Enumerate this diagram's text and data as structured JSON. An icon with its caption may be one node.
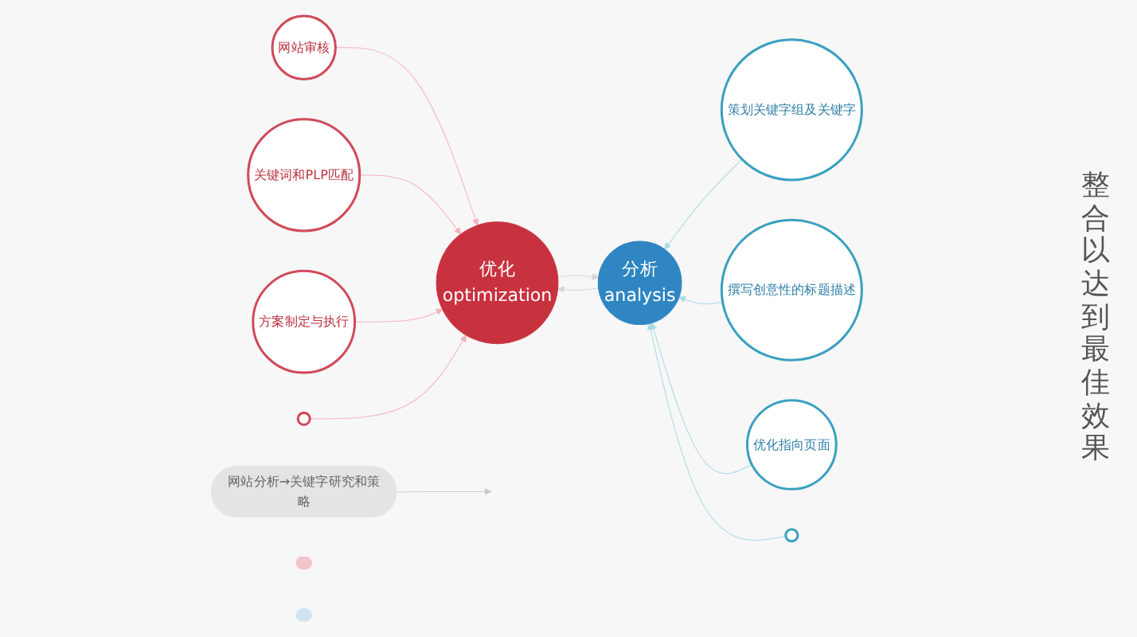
{
  "diagram": {
    "nodes": [
      {
        "text": [
          "网站分析→关键字研究和策略"
        ]
      },
      {
        "text": [
          "网站审核"
        ]
      },
      {
        "text": [
          "关键词和PLP匹配"
        ]
      },
      {
        "text": [
          "方案制定与执行"
        ]
      },
      {
        "text": [],
        "shape": "circle"
      },
      {
        "text": [
          "优化",
          "optimization"
        ]
      },
      {
        "text": [
          "分析",
          "analysis"
        ]
      },
      {
        "text": [
          "策划关键字组及关键字"
        ]
      },
      {
        "text": [
          "撰写创意性的标题描述"
        ]
      },
      {
        "text": [
          "优化指向页面"
        ]
      },
      {
        "text": [],
        "shape": "circle"
      },
      {
        "text": [],
        "shape": "box"
      },
      {
        "text": [],
        "shape": "box"
      }
    ],
    "edges": [
      {
        "from": 0,
        "to": null,
        "arrow": "to",
        "color": "#cccccc"
      },
      {
        "from": 1,
        "to": 5,
        "arrow": "to",
        "color": "#f4b3bb"
      },
      {
        "from": 2,
        "to": 5,
        "arrow": "to",
        "color": "#f4b3bb"
      },
      {
        "from": 3,
        "to": 5,
        "arrow": "to",
        "color": "#f4b3bb"
      },
      {
        "from": 4,
        "to": 5,
        "arrow": "to",
        "color": "#f4b3bb"
      },
      {
        "from": 5,
        "to": 6,
        "arrow": "to",
        "color": "#d6d6d6"
      },
      {
        "from": 6,
        "to": 5,
        "arrow": "to",
        "color": "#d6d6d6"
      },
      {
        "from": 7,
        "to": 6,
        "arrow": "to",
        "color": "#a9d8e6"
      },
      {
        "from": 8,
        "to": 6,
        "arrow": "to",
        "color": "#a9d8e6"
      },
      {
        "from": 9,
        "to": 6,
        "arrow": "to",
        "color": "#a9d8e6"
      },
      {
        "from": 10,
        "to": 6,
        "arrow": "to",
        "color": "#a9d8e6"
      }
    ],
    "labels": [
      "整合以达到最佳效果"
    ]
  }
}
